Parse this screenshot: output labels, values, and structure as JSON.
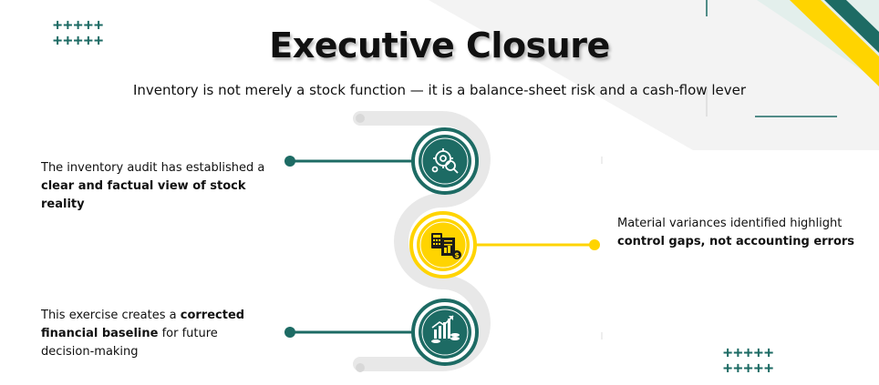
{
  "slide": {
    "title": "Executive Closure",
    "subtitle": "Inventory is not merely a stock function — it is a balance-sheet risk and a cash-flow lever"
  },
  "points": [
    {
      "text_before": "The inventory audit has established a ",
      "text_bold": "clear and factual view of stock reality",
      "text_after": "",
      "icon": "gear-search-icon"
    },
    {
      "text_before": "Material variances identified highlight ",
      "text_bold": "control gaps, not accounting errors",
      "text_after": "",
      "icon": "calculator-document-icon"
    },
    {
      "text_before": "This exercise creates a ",
      "text_bold": "corrected financial baseline",
      "text_after": " for future decision-making",
      "icon": "growth-chart-coins-icon"
    }
  ],
  "decorations": {
    "plus_row": "+++++"
  },
  "colors": {
    "teal": "#1d6b64",
    "yellow": "#ffd400",
    "grey_track": "#e6e6e6",
    "text": "#111111"
  }
}
